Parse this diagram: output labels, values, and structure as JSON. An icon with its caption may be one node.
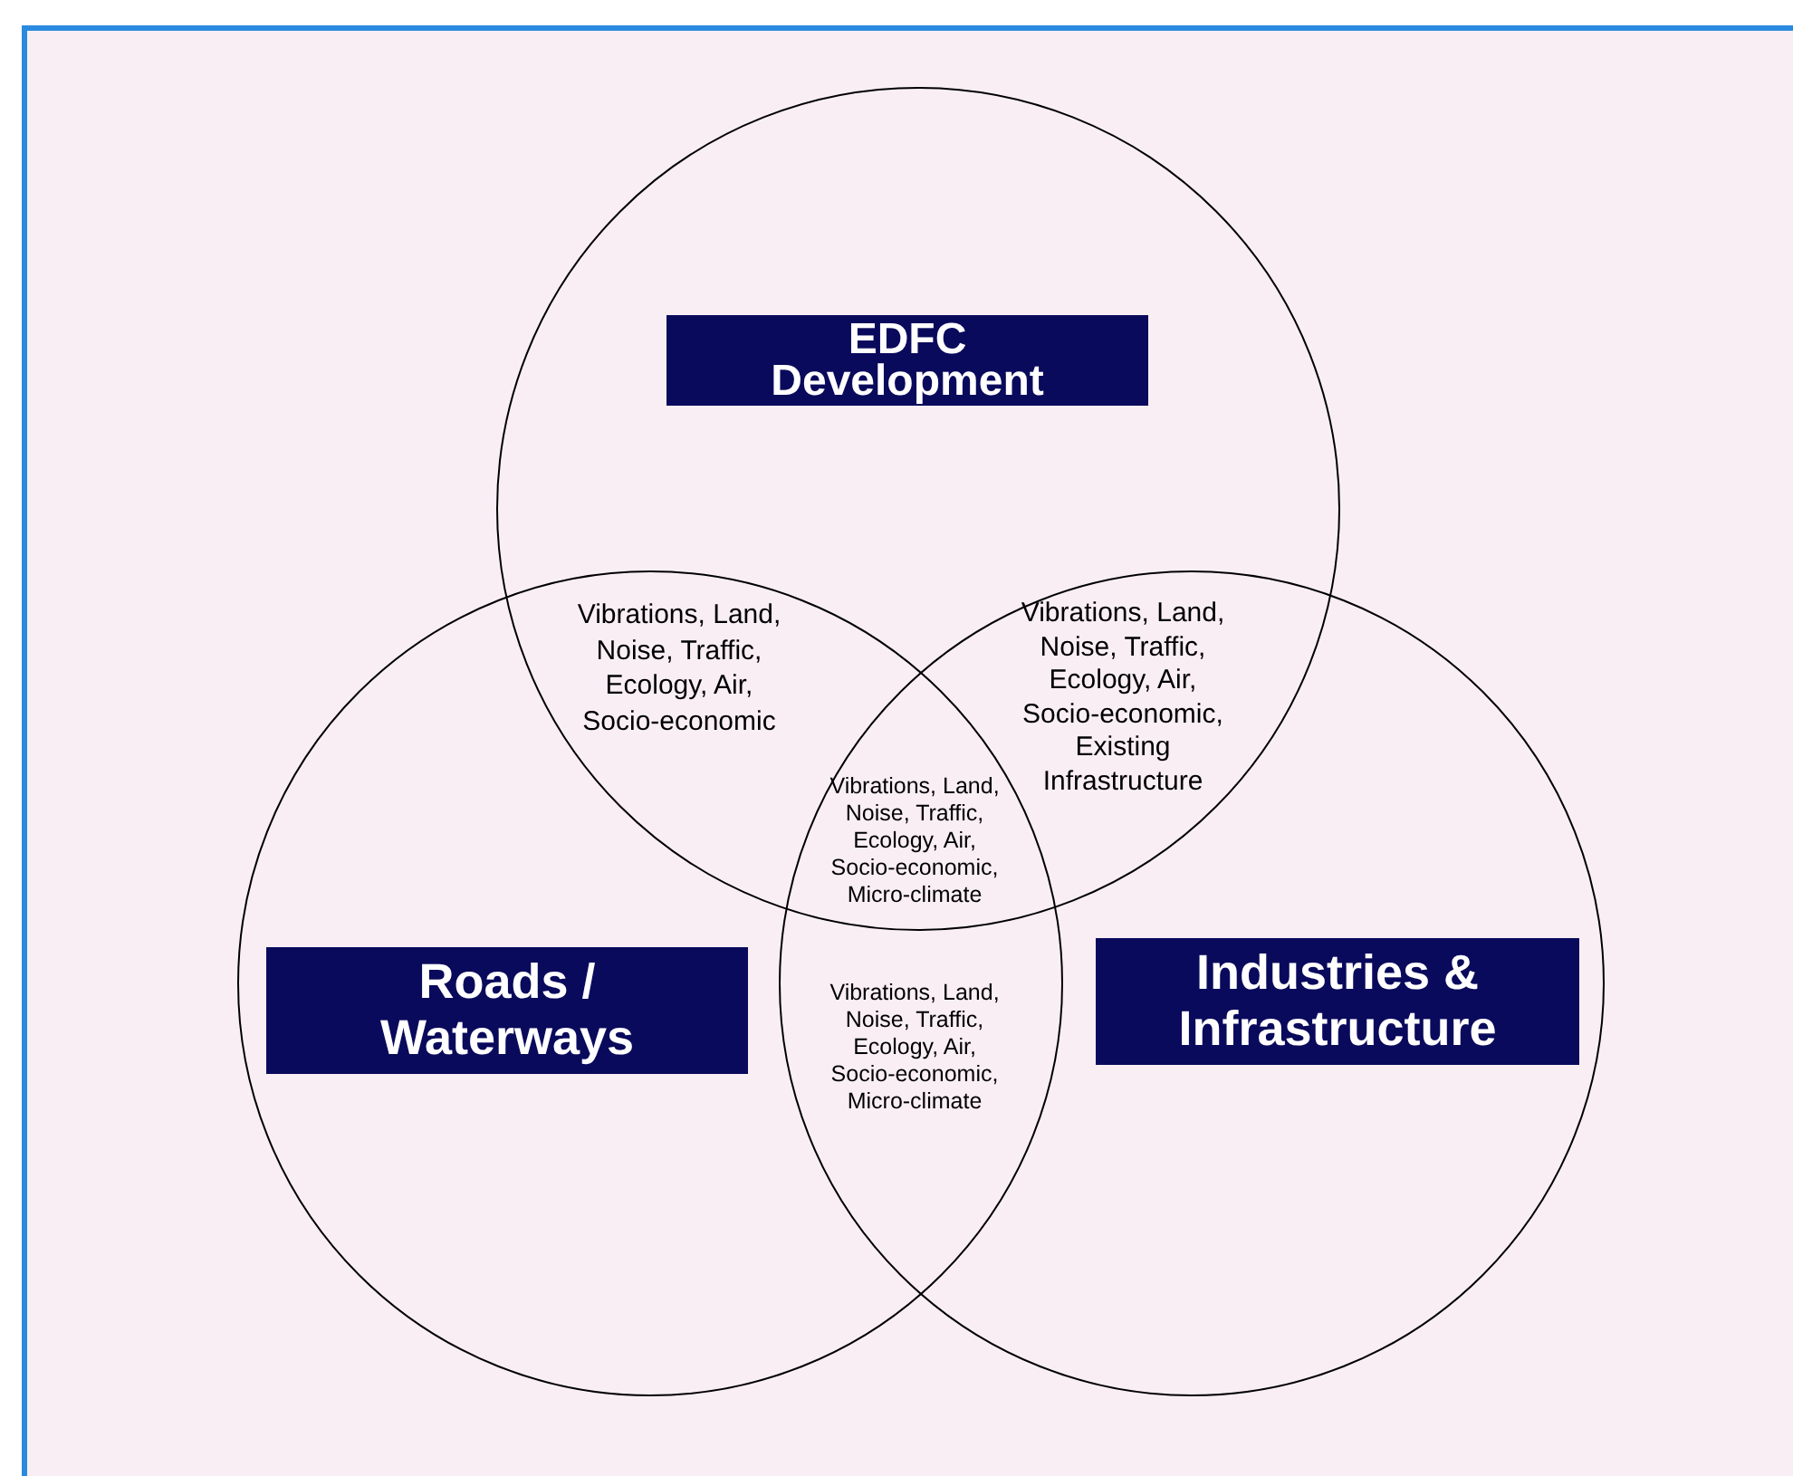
{
  "diagram": {
    "nodes": [
      {
        "text": [],
        "shape": "circle"
      },
      {
        "text": [
          "EDFC Development"
        ],
        "in": 0
      },
      {
        "text": [],
        "shape": "circle"
      },
      {
        "text": [
          "Roads / Waterways"
        ],
        "in": 2
      },
      {
        "text": [],
        "shape": "circle"
      },
      {
        "text": [
          "Industries & Infrastructure"
        ],
        "in": 4
      }
    ],
    "edges": [],
    "labels": [
      "Vibrations, Land, Noise, Traffic, Ecology, Air, Socio-economic",
      "Vibrations, Land, Noise, Traffic, Ecology, Air, Socio-economic, Existing Infrastructure",
      "Vibrations, Land, Noise, Traffic, Ecology, Air, Socio-economic, Micro-climate",
      "Vibrations, Land, Noise, Traffic, Ecology, Air, Socio-economic, Micro-climate"
    ]
  }
}
